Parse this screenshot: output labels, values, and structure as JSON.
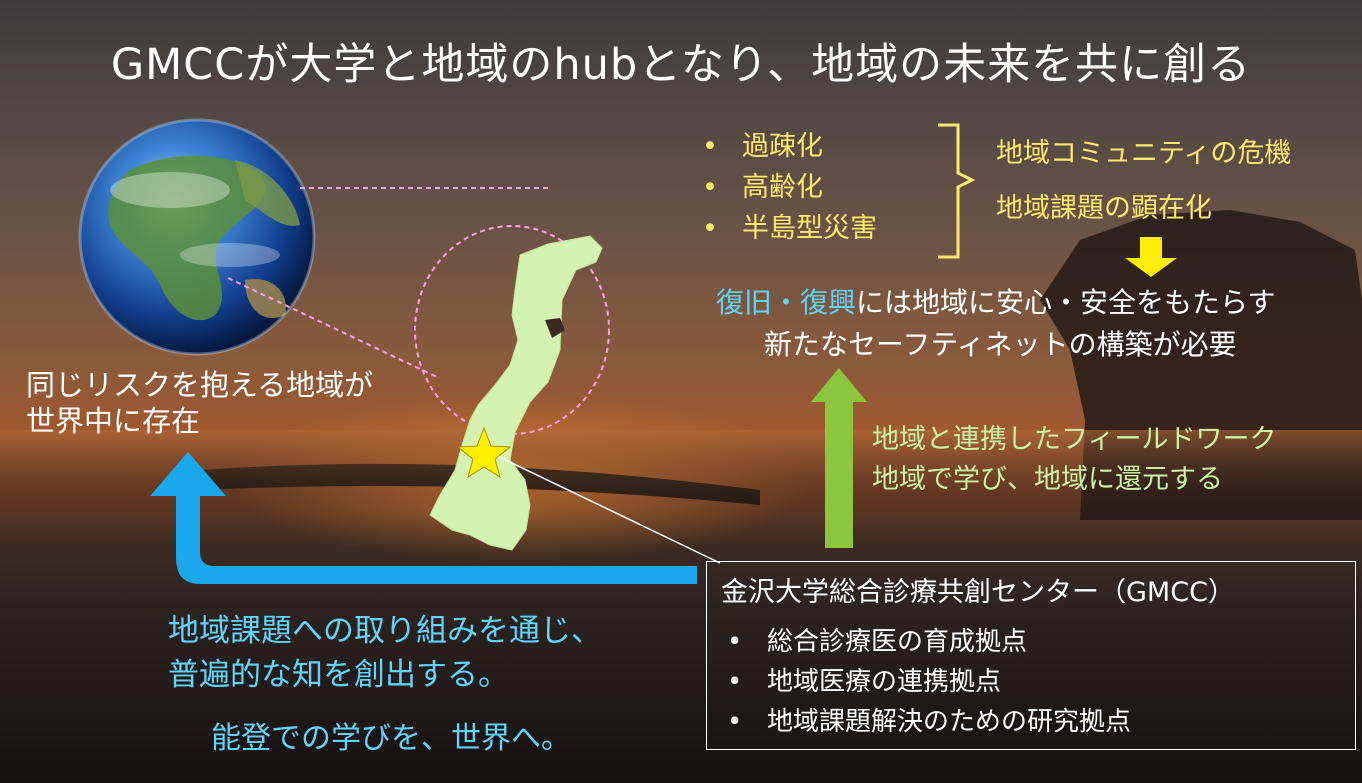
{
  "title": "GMCCが大学と地域のhubとなり、地域の未来を共に創る",
  "left": {
    "risk_line1": "同じリスクを抱える地域が",
    "risk_line2": "世界中に存在"
  },
  "issues": {
    "items": [
      "過疎化",
      "高齢化",
      "半島型災害"
    ],
    "crisis": "地域コミュニティの危機",
    "emergence": "地域課題の顕在化"
  },
  "recovery": {
    "line1_blue": "復旧・復興",
    "line1_rest": "には地域に安心・安全をもたらす",
    "line2": "新たなセーフティネットの構築が必要"
  },
  "fieldwork": {
    "line1": "地域と連携したフィールドワーク",
    "line2": "地域で学び、地域に還元する"
  },
  "gmcc": {
    "name": "金沢大学総合診療共創センター（GMCC）",
    "items": [
      "総合診療医の育成拠点",
      "地域医療の連携拠点",
      "地域課題解決のための研究拠点"
    ]
  },
  "message": {
    "line1": "地域課題への取り組みを通じ、",
    "line2": "普遍的な知を創出する。",
    "line3": "能登での学びを、世界へ。"
  },
  "colors": {
    "accent_yellow": "#ffe86b",
    "accent_blue": "#1aa7ec",
    "accent_green": "#8cc63f",
    "map_green": "#d4f2b0",
    "star": "#ffee00"
  },
  "icons": [
    "earth-globe",
    "noto-peninsula-map",
    "location-star",
    "down-arrow",
    "up-arrow",
    "return-arrow"
  ]
}
